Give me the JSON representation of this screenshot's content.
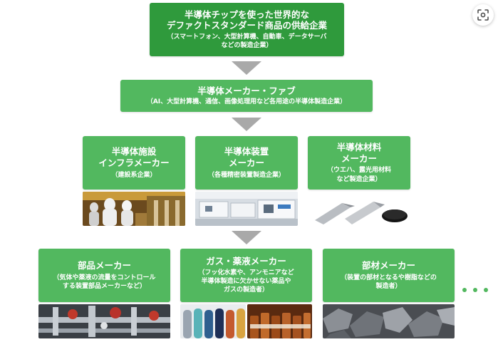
{
  "top": {
    "title_line1": "半導体チップを使った世界的な",
    "title_line2": "デファクトスタンダード商品の供給企業",
    "sub_line1": "（スマートフォン、大型計算機、自動車、データサーバ",
    "sub_line2": "などの製造企業）"
  },
  "maker": {
    "title": "半導体メーカー・ファブ",
    "sub": "（AI、大型計算機、通信、画像処理用など各用途の半導体製造企業）"
  },
  "row2": [
    {
      "title_line1": "半導体施設",
      "title_line2": "インフラメーカー",
      "sub_line1": "（建設系企業）",
      "sub_line2": ""
    },
    {
      "title_line1": "半導体装置",
      "title_line2": "メーカー",
      "sub_line1": "（各種精密装置製造企業）",
      "sub_line2": ""
    },
    {
      "title_line1": "半導体材料",
      "title_line2": "メーカー",
      "sub_line1": "（ウエハ、露光用材料",
      "sub_line2": "など製造企業）"
    }
  ],
  "row3": [
    {
      "title": "部品メーカー",
      "sub_line1": "（気体や薬液の流量をコントロール",
      "sub_line2": "する装置部品メーカーなど）",
      "sub_line3": ""
    },
    {
      "title": "ガス・薬液メーカー",
      "sub_line1": "（フッ化水素や、アンモニアなど",
      "sub_line2": "半導体製造に欠かせない薬品や",
      "sub_line3": "ガスの製造者）"
    },
    {
      "title": "部材メーカー",
      "sub_line1": "（装置の部材となるや樹脂などの",
      "sub_line2": "製造者）",
      "sub_line3": ""
    }
  ],
  "colors": {
    "box_green": "#52b85f",
    "top_green": "#2f9a3c",
    "arrow_gray": "#a9a9a9",
    "dots_green": "#52b85f"
  },
  "icons": {
    "lens": "visual-search-icon",
    "more": "more-dots-icon"
  }
}
